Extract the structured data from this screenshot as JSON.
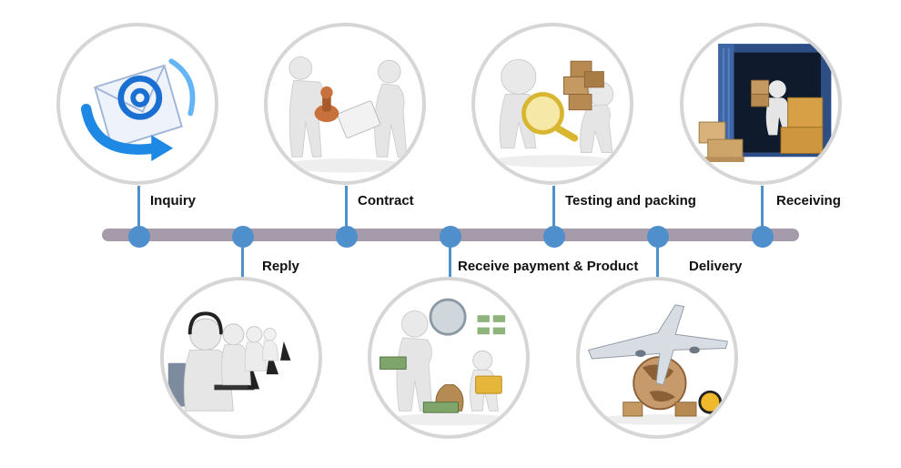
{
  "colors": {
    "timeline": "#a59bab",
    "node": "#4f8fcb",
    "circle_border": "#d6d6d6",
    "text": "#111111"
  },
  "steps": [
    {
      "label": "Inquiry",
      "icon": "email-envelope-icon",
      "position": "top"
    },
    {
      "label": "Reply",
      "icon": "call-center-agents-icon",
      "position": "bottom"
    },
    {
      "label": "Contract",
      "icon": "contract-stamp-icon",
      "position": "top"
    },
    {
      "label": "Receive payment & Product",
      "icon": "money-payment-icon",
      "position": "bottom"
    },
    {
      "label": "Testing and packing",
      "icon": "magnifier-boxes-icon",
      "position": "top"
    },
    {
      "label": "Delivery",
      "icon": "airplane-globe-icon",
      "position": "bottom"
    },
    {
      "label": "Receiving",
      "icon": "container-cargo-icon",
      "position": "top"
    }
  ]
}
